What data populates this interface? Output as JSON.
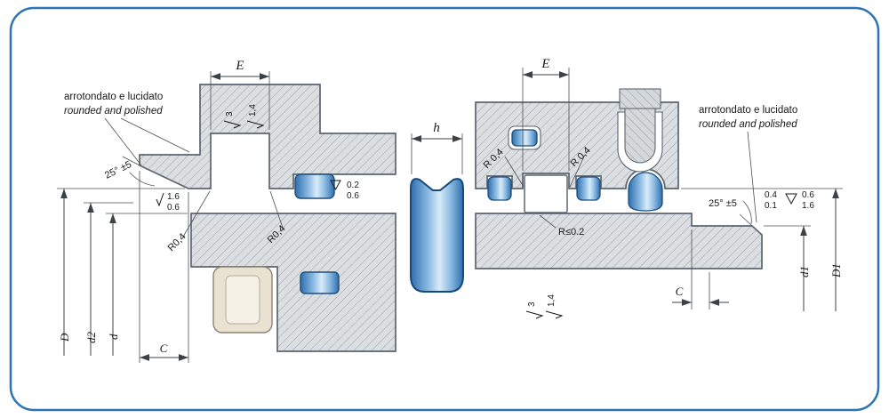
{
  "notes": {
    "italian": "arrotondato e lucidato",
    "english": "rounded and polished"
  },
  "left_view": {
    "dim_E": "E",
    "dim_C": "C",
    "dim_D": "D",
    "dim_d2": "d2",
    "dim_d": "d",
    "angle_label": "25° ±5",
    "radius_label_1": "R0,4",
    "radius_label_2": "R0,4",
    "roughness_groove": [
      "3",
      "1,4"
    ],
    "roughness_chamfer": [
      "1.6",
      "0.6"
    ],
    "roughness_bore": [
      "0.2",
      "0.6"
    ]
  },
  "seal_profile": {
    "dim_h": "h"
  },
  "right_view": {
    "dim_E": "E",
    "dim_C": "C",
    "dim_d1": "d1",
    "dim_D1": "D1",
    "angle_label": "25° ±5",
    "radius_label_1": "R 0,4",
    "radius_label_2": "R 0,4",
    "radius_small_label": "R≤0.2",
    "roughness_shaft": [
      "3",
      "1,4"
    ],
    "roughness_end_1": [
      "0.4",
      "0.1"
    ],
    "roughness_end_2": [
      "0.6",
      "1.6"
    ]
  },
  "colors": {
    "border": "#2d74b5",
    "metal_fill": "#dcdfe2",
    "hatch_line": "#9aa1a8",
    "seal_blue": "#2e6fae",
    "seal_light": "#d9ebf8",
    "outline": "#5b6670",
    "beige": "#e9e2d0"
  }
}
